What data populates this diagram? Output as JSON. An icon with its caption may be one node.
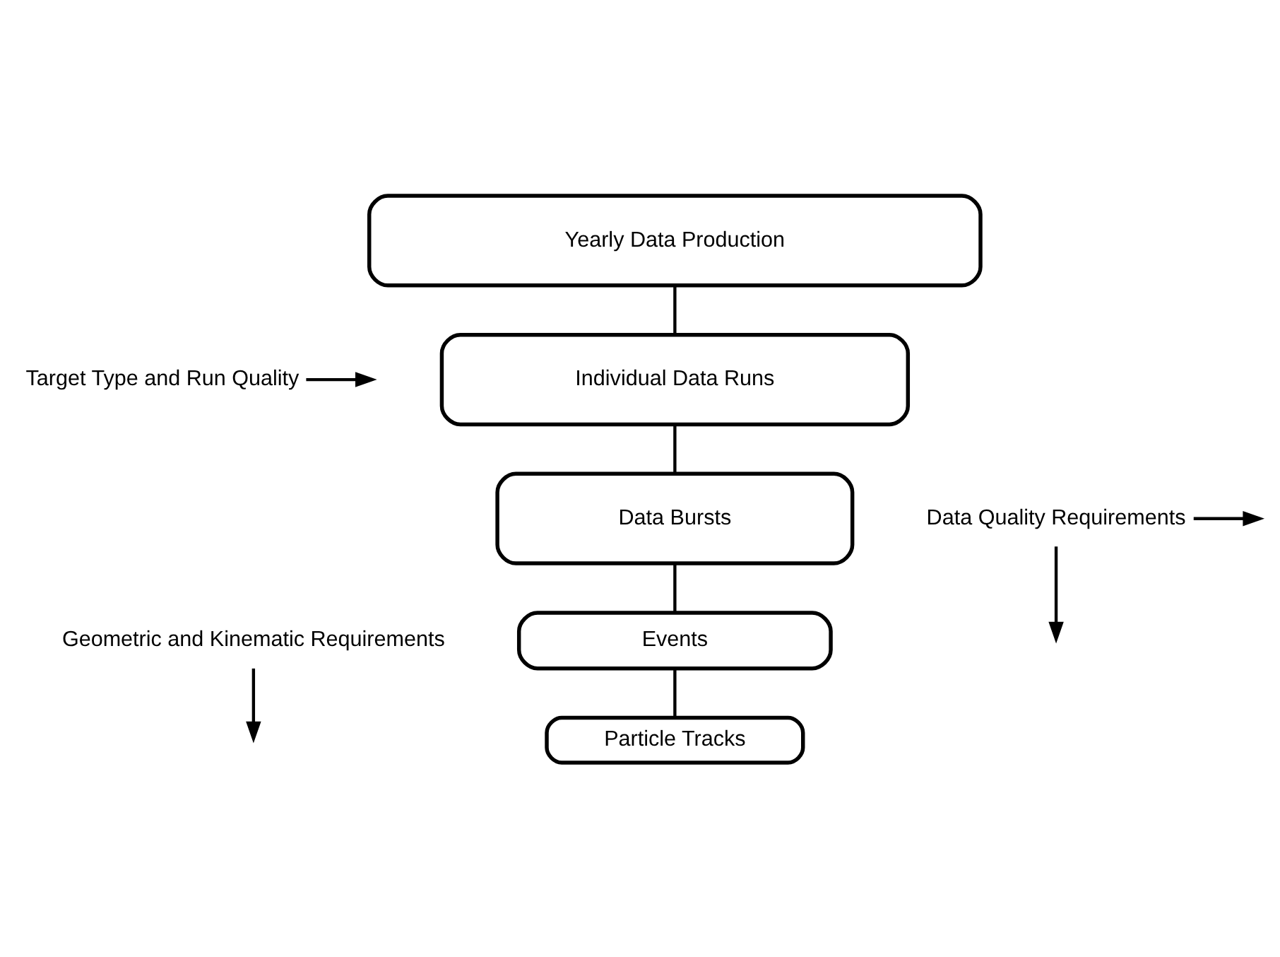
{
  "diagram": {
    "nodes": [
      {
        "text": [
          "Yearly Data Production"
        ]
      },
      {
        "text": [
          "Individual Data Runs"
        ]
      },
      {
        "text": [
          "Data Bursts"
        ]
      },
      {
        "text": [
          "Events"
        ]
      },
      {
        "text": [
          "Particle Tracks"
        ]
      },
      {
        "text": [
          "Target Type and Run Quality"
        ]
      },
      {
        "text": [
          "Data Quality Requirements"
        ]
      },
      {
        "text": [
          "Geometric and Kinematic Requirements"
        ]
      }
    ],
    "edges": [
      {
        "from": 0,
        "to": 1,
        "arrow": "none"
      },
      {
        "from": 1,
        "to": 2,
        "arrow": "none"
      },
      {
        "from": 2,
        "to": 3,
        "arrow": "none"
      },
      {
        "from": 3,
        "to": 4,
        "arrow": "none"
      },
      {
        "from": 5,
        "to": null,
        "arrow": "to"
      },
      {
        "from": 6,
        "to": null,
        "arrow": "to"
      },
      {
        "from": 6,
        "to": null,
        "arrow": "to"
      },
      {
        "from": 7,
        "to": null,
        "arrow": "to"
      }
    ]
  }
}
